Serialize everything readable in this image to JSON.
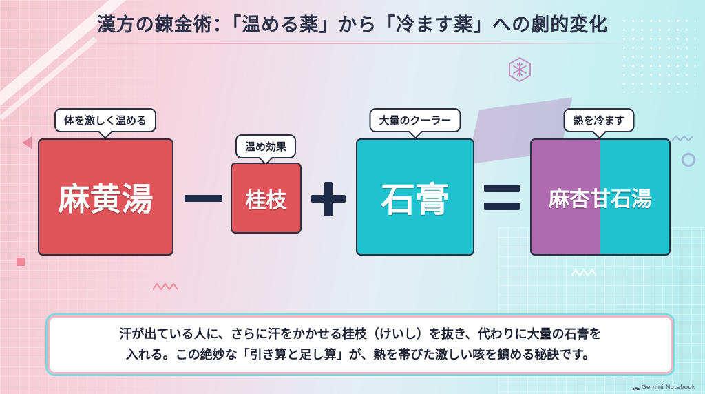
{
  "title": "漢方の錬金術：「温める薬」から「冷ます薬」への劇的変化",
  "equation": {
    "term1": {
      "name": "麻黄湯",
      "label": "体を激しく温める",
      "color": "#e0545a"
    },
    "operator1": "minus",
    "term2": {
      "name": "桂枝",
      "label": "温め効果",
      "color": "#e0545a"
    },
    "operator2": "plus",
    "term3": {
      "name": "石膏",
      "label": "大量のクーラー",
      "color": "#1fc3cf"
    },
    "operator3": "equals",
    "result": {
      "name": "麻杏甘石湯",
      "label": "熱を冷ます",
      "colors": [
        "#b06ab0",
        "#1fc3cf"
      ]
    }
  },
  "explanation": {
    "line1": "汗が出ている人に、さらに汗をかかせる桂枝（けいし）を抜き、代わりに大量の石膏を",
    "line2": "入れる。この絶妙な「引き算と足し算」が、熱を帯びた激しい咳を鎮める秘訣です。"
  },
  "icons": [
    "snowflake-icon",
    "notebook-logo-icon"
  ],
  "brand": "Gemini Notebook"
}
